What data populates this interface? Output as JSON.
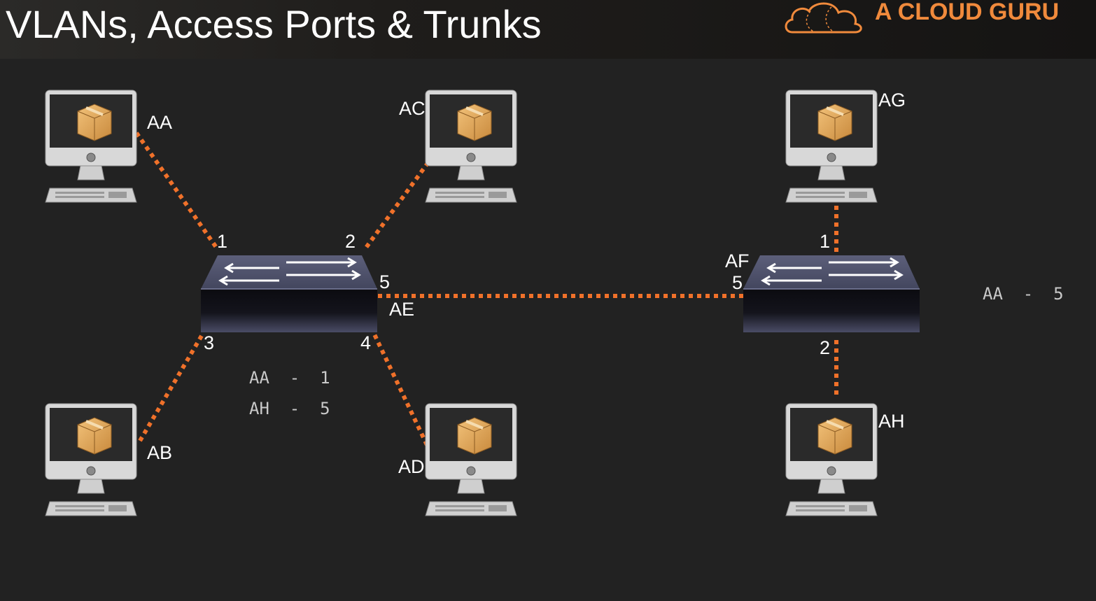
{
  "header": {
    "title": "VLANs, Access Ports & Trunks",
    "brand": "A CLOUD GURU",
    "brand_icon": "cloud-icon",
    "brand_color": "#f08a3c"
  },
  "colors": {
    "link": "#f0712a",
    "text": "#ffffff",
    "table_text": "#c9c9c9"
  },
  "computers": [
    {
      "id": "AA",
      "label": "AA"
    },
    {
      "id": "AB",
      "label": "AB"
    },
    {
      "id": "AC",
      "label": "AC"
    },
    {
      "id": "AD",
      "label": "AD"
    },
    {
      "id": "AG",
      "label": "AG"
    },
    {
      "id": "AH",
      "label": "AH"
    }
  ],
  "switches": [
    {
      "id": "AE",
      "label": "AE",
      "ports": {
        "p1": "1",
        "p2": "2",
        "p3": "3",
        "p4": "4",
        "p5": "5"
      },
      "mac_table": [
        "AA  -  1",
        "AH  -  5"
      ]
    },
    {
      "id": "AF",
      "label": "AF",
      "ports": {
        "p1": "1",
        "p2": "2",
        "p5": "5"
      },
      "mac_table": [
        "AA  -  5"
      ]
    }
  ]
}
